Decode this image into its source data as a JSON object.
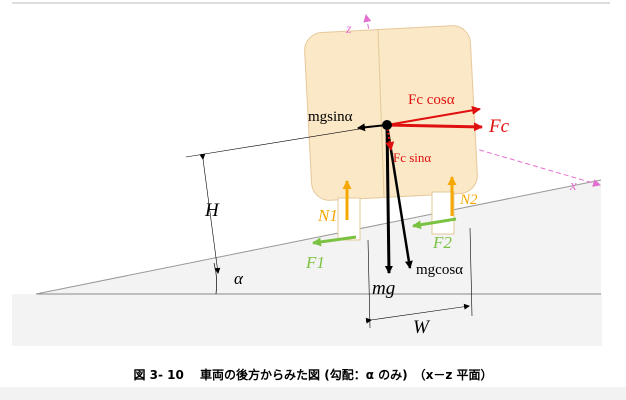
{
  "figure": {
    "labels": {
      "z_axis": "z",
      "x_axis": "x",
      "H": "H",
      "alpha": "α",
      "W": "W",
      "mg": "mg",
      "mg_cos": "mgcosα",
      "mg_sin": "mgsinα",
      "Fc": "Fc",
      "Fc_cos": "Fc cosα",
      "Fc_sin": "Fc sinα",
      "N1": "N1",
      "N2": "N2",
      "F1": "F1",
      "F2": "F2"
    },
    "colors": {
      "vehicle_body": "#fbe8c6",
      "vehicle_edge": "#e6c89a",
      "force_red": "#e01010",
      "force_black": "#000000",
      "normal_force": "#f5a800",
      "friction_force": "#7cc242",
      "axis_pink": "#e46fd0",
      "ground_fill": "#f3f3f3"
    }
  },
  "caption": {
    "text": "図 3- 10　 車両の後方からみた図 (勾配：α のみ)　（x－z 平面）"
  }
}
